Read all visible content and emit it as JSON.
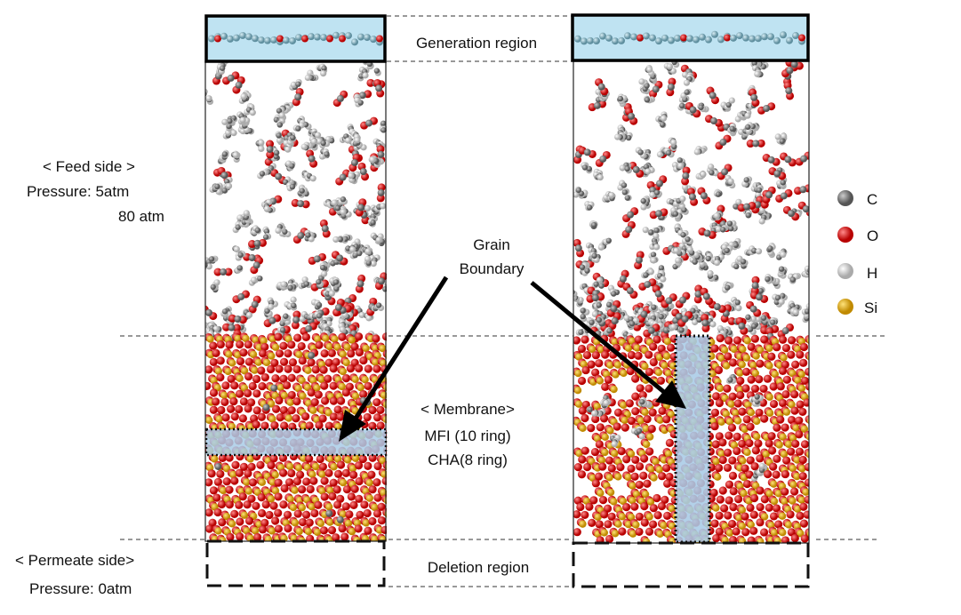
{
  "labels": {
    "generation_region": "Generation region",
    "deletion_region": "Deletion region",
    "feed_side": "< Feed side >",
    "feed_pressure": "Pressure: 5atm",
    "feed_pressure_alt": "80 atm",
    "grain_boundary_line1": "Grain",
    "grain_boundary_line2": "Boundary",
    "membrane": "< Membrane>",
    "membrane_type1": "MFI (10 ring)",
    "membrane_type2": "CHA(8 ring)",
    "permeate_side": "< Permeate side>",
    "permeate_pressure": "Pressure: 0atm"
  },
  "legend": [
    {
      "label": "C",
      "color": "#7a7a7a"
    },
    {
      "label": "O",
      "color": "#e41a1a"
    },
    {
      "label": "H",
      "color": "#f2f2f2"
    },
    {
      "label": "Si",
      "color": "#e8b020"
    }
  ],
  "colors": {
    "region_fill": "#bfe3f2",
    "grain_fill": "#a9cbe6"
  }
}
